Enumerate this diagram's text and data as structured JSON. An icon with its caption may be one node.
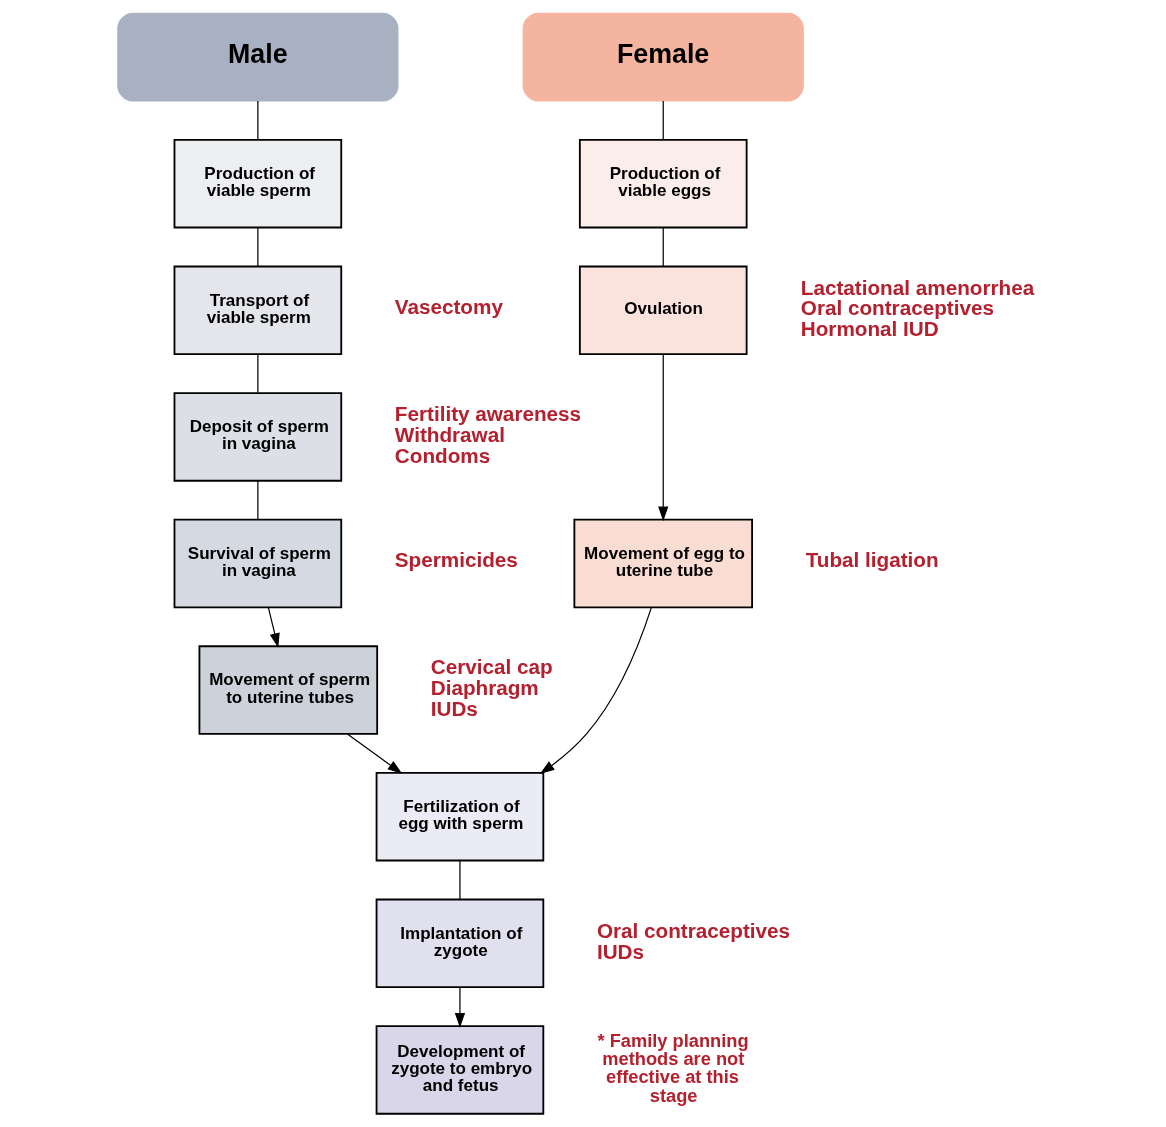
{
  "diagram": {
    "nodes": [
      {
        "text": [
          "Male"
        ]
      },
      {
        "text": [
          "Female"
        ]
      },
      {
        "text": [
          "Production of viable sperm"
        ]
      },
      {
        "text": [
          "Transport of viable sperm"
        ],
        "beside": [
          "Vasectomy"
        ]
      },
      {
        "text": [
          "Deposit of sperm in vagina"
        ],
        "beside": [
          "Fertility awareness",
          "Withdrawal",
          "Condoms"
        ]
      },
      {
        "text": [
          "Survival of sperm in vagina"
        ],
        "beside": [
          "Spermicides"
        ]
      },
      {
        "text": [
          "Movement of sperm to uterine tubes"
        ],
        "beside": [
          "Cervical cap",
          "Diaphragm",
          "IUDs"
        ]
      },
      {
        "text": [
          "Production of viable eggs"
        ]
      },
      {
        "text": [
          "Ovulation"
        ],
        "beside": [
          "Lactational amenorrhea",
          "Oral contraceptives",
          "Hormonal IUD"
        ]
      },
      {
        "text": [
          "Movement of egg to uterine tube"
        ],
        "beside": [
          "Tubal ligation"
        ]
      },
      {
        "text": [
          "Fertilization of egg with sperm"
        ]
      },
      {
        "text": [
          "Implantation of zygote"
        ],
        "beside": [
          "Oral contraceptives",
          "IUDs"
        ]
      },
      {
        "text": [
          "Development of zygote to embryo and fetus"
        ]
      }
    ],
    "edges": [
      {
        "from": 0,
        "to": 2,
        "arrow": "none"
      },
      {
        "from": 2,
        "to": 3,
        "arrow": "none"
      },
      {
        "from": 3,
        "to": 4,
        "arrow": "none"
      },
      {
        "from": 4,
        "to": 5,
        "arrow": "none"
      },
      {
        "from": 5,
        "to": 6,
        "arrow": "to"
      },
      {
        "from": 6,
        "to": 10,
        "arrow": "to"
      },
      {
        "from": 1,
        "to": 7,
        "arrow": "none"
      },
      {
        "from": 7,
        "to": 8,
        "arrow": "none"
      },
      {
        "from": 8,
        "to": 9,
        "arrow": "to"
      },
      {
        "from": 9,
        "to": 10,
        "arrow": "to"
      },
      {
        "from": 10,
        "to": 11,
        "arrow": "none"
      },
      {
        "from": 11,
        "to": 12,
        "arrow": "to"
      }
    ],
    "labels": [
      "* Family planning methods are not effective at this stage"
    ]
  }
}
